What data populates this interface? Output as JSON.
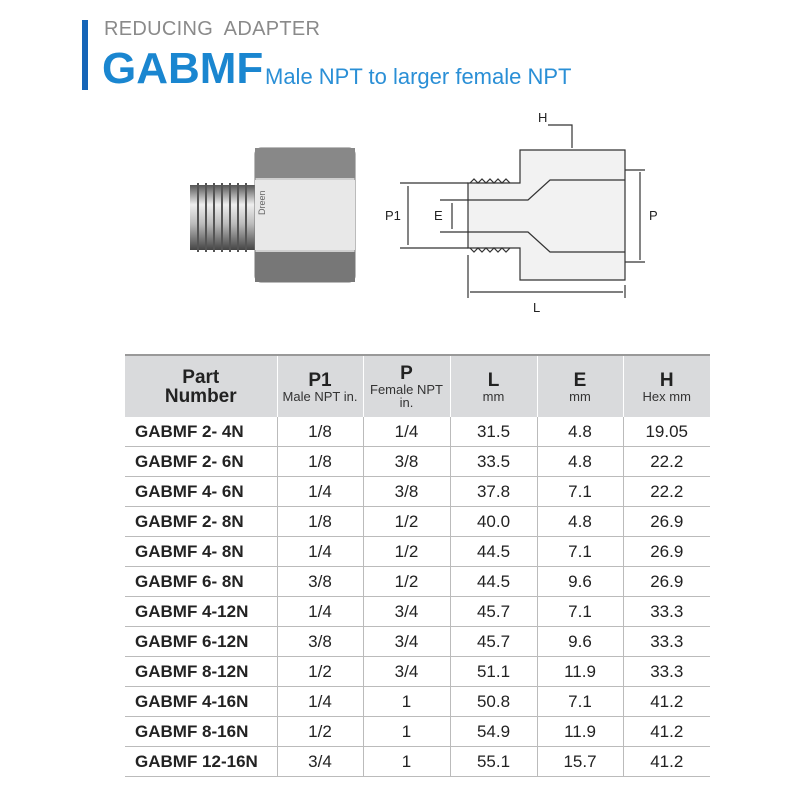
{
  "header": {
    "category": "REDUCING  ADAPTER",
    "model": "GABMF",
    "description": "Male NPT to larger female NPT"
  },
  "figure": {
    "brand_mark": "Dreen",
    "labels": {
      "h": "H",
      "p1": "P1",
      "e": "E",
      "p": "P",
      "l": "L"
    }
  },
  "table": {
    "headers": [
      {
        "main": "Part Number",
        "sub": ""
      },
      {
        "main": "P1",
        "sub": "Male NPT in."
      },
      {
        "main": "P",
        "sub": "Female NPT in."
      },
      {
        "main": "L",
        "sub": "mm"
      },
      {
        "main": "E",
        "sub": "mm"
      },
      {
        "main": "H",
        "sub": "Hex mm"
      }
    ],
    "rows": [
      [
        "GABMF 2- 4N",
        "1/8",
        "1/4",
        "31.5",
        "4.8",
        "19.05"
      ],
      [
        "GABMF 2- 6N",
        "1/8",
        "3/8",
        "33.5",
        "4.8",
        "22.2"
      ],
      [
        "GABMF 4- 6N",
        "1/4",
        "3/8",
        "37.8",
        "7.1",
        "22.2"
      ],
      [
        "GABMF 2- 8N",
        "1/8",
        "1/2",
        "40.0",
        "4.8",
        "26.9"
      ],
      [
        "GABMF 4- 8N",
        "1/4",
        "1/2",
        "44.5",
        "7.1",
        "26.9"
      ],
      [
        "GABMF 6- 8N",
        "3/8",
        "1/2",
        "44.5",
        "9.6",
        "26.9"
      ],
      [
        "GABMF 4-12N",
        "1/4",
        "3/4",
        "45.7",
        "7.1",
        "33.3"
      ],
      [
        "GABMF 6-12N",
        "3/8",
        "3/4",
        "45.7",
        "9.6",
        "33.3"
      ],
      [
        "GABMF 8-12N",
        "1/2",
        "3/4",
        "51.1",
        "11.9",
        "33.3"
      ],
      [
        "GABMF 4-16N",
        "1/4",
        "1",
        "50.8",
        "7.1",
        "41.2"
      ],
      [
        "GABMF 8-16N",
        "1/2",
        "1",
        "54.9",
        "11.9",
        "41.2"
      ],
      [
        "GABMF 12-16N",
        "3/4",
        "1",
        "55.1",
        "15.7",
        "41.2"
      ]
    ]
  }
}
